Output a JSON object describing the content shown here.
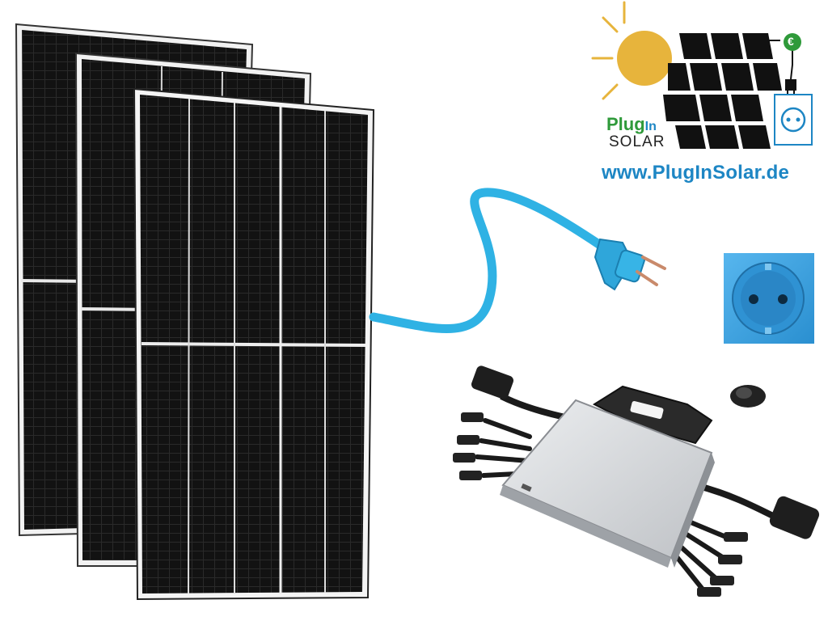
{
  "logo": {
    "brand_word_1": "Plug",
    "brand_word_2": "In",
    "brand_word_3": "SOLAR",
    "url": "www.PlugInSolar.de",
    "euro_symbol": "€"
  },
  "colors": {
    "brand_blue": "#1d86c4",
    "brand_green": "#2f9a3a",
    "sun_yellow": "#e7b43c",
    "cable_blue": "#2fb2e4",
    "socket_blue": "#3aa0e0",
    "panel_black": "#111111",
    "inverter_silver": "#d5d7da"
  },
  "icons": {
    "sun": "sun-icon",
    "euro": "euro-coin-icon",
    "plug": "plug-icon",
    "socket": "socket-icon"
  }
}
